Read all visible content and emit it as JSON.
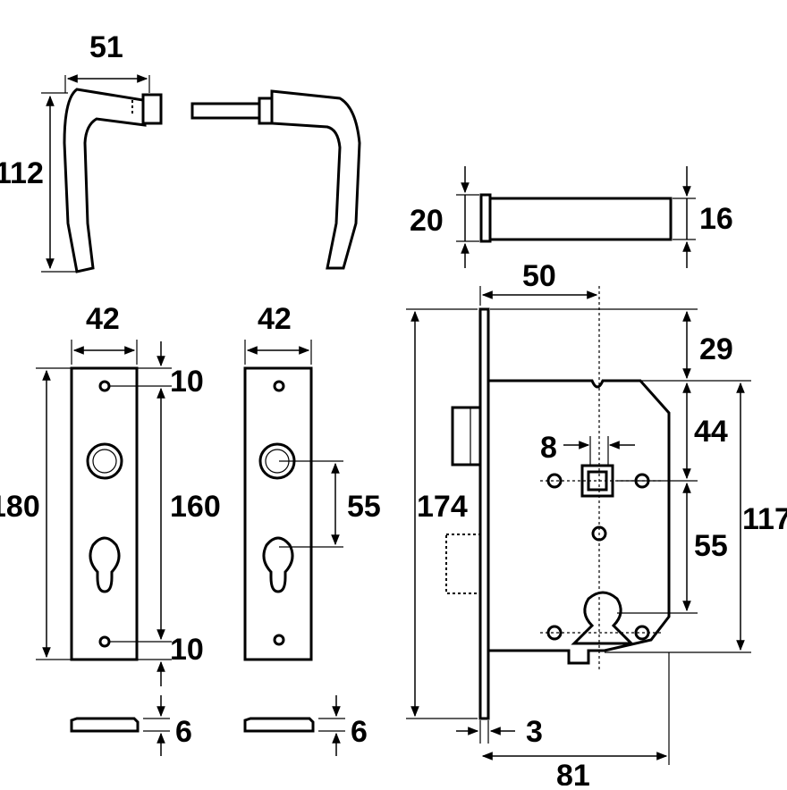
{
  "dimensions": {
    "handle_width": "51",
    "handle_height": "112",
    "plate_left_width": "42",
    "plate_right_width": "42",
    "plate_height": "180",
    "hole_spacing": "160",
    "top_offset": "10",
    "bottom_offset": "10",
    "plate_thickness_left": "6",
    "plate_thickness_right": "6",
    "center_distance": "55",
    "spindle_length_20": "20",
    "spindle_length_16": "16",
    "backset": "50",
    "case_top": "29",
    "follower_offset": "44",
    "spindle_square": "8",
    "faceplate_height": "174",
    "lock_center_distance": "55",
    "case_height": "117",
    "faceplate_thickness": "3",
    "case_depth": "81"
  }
}
